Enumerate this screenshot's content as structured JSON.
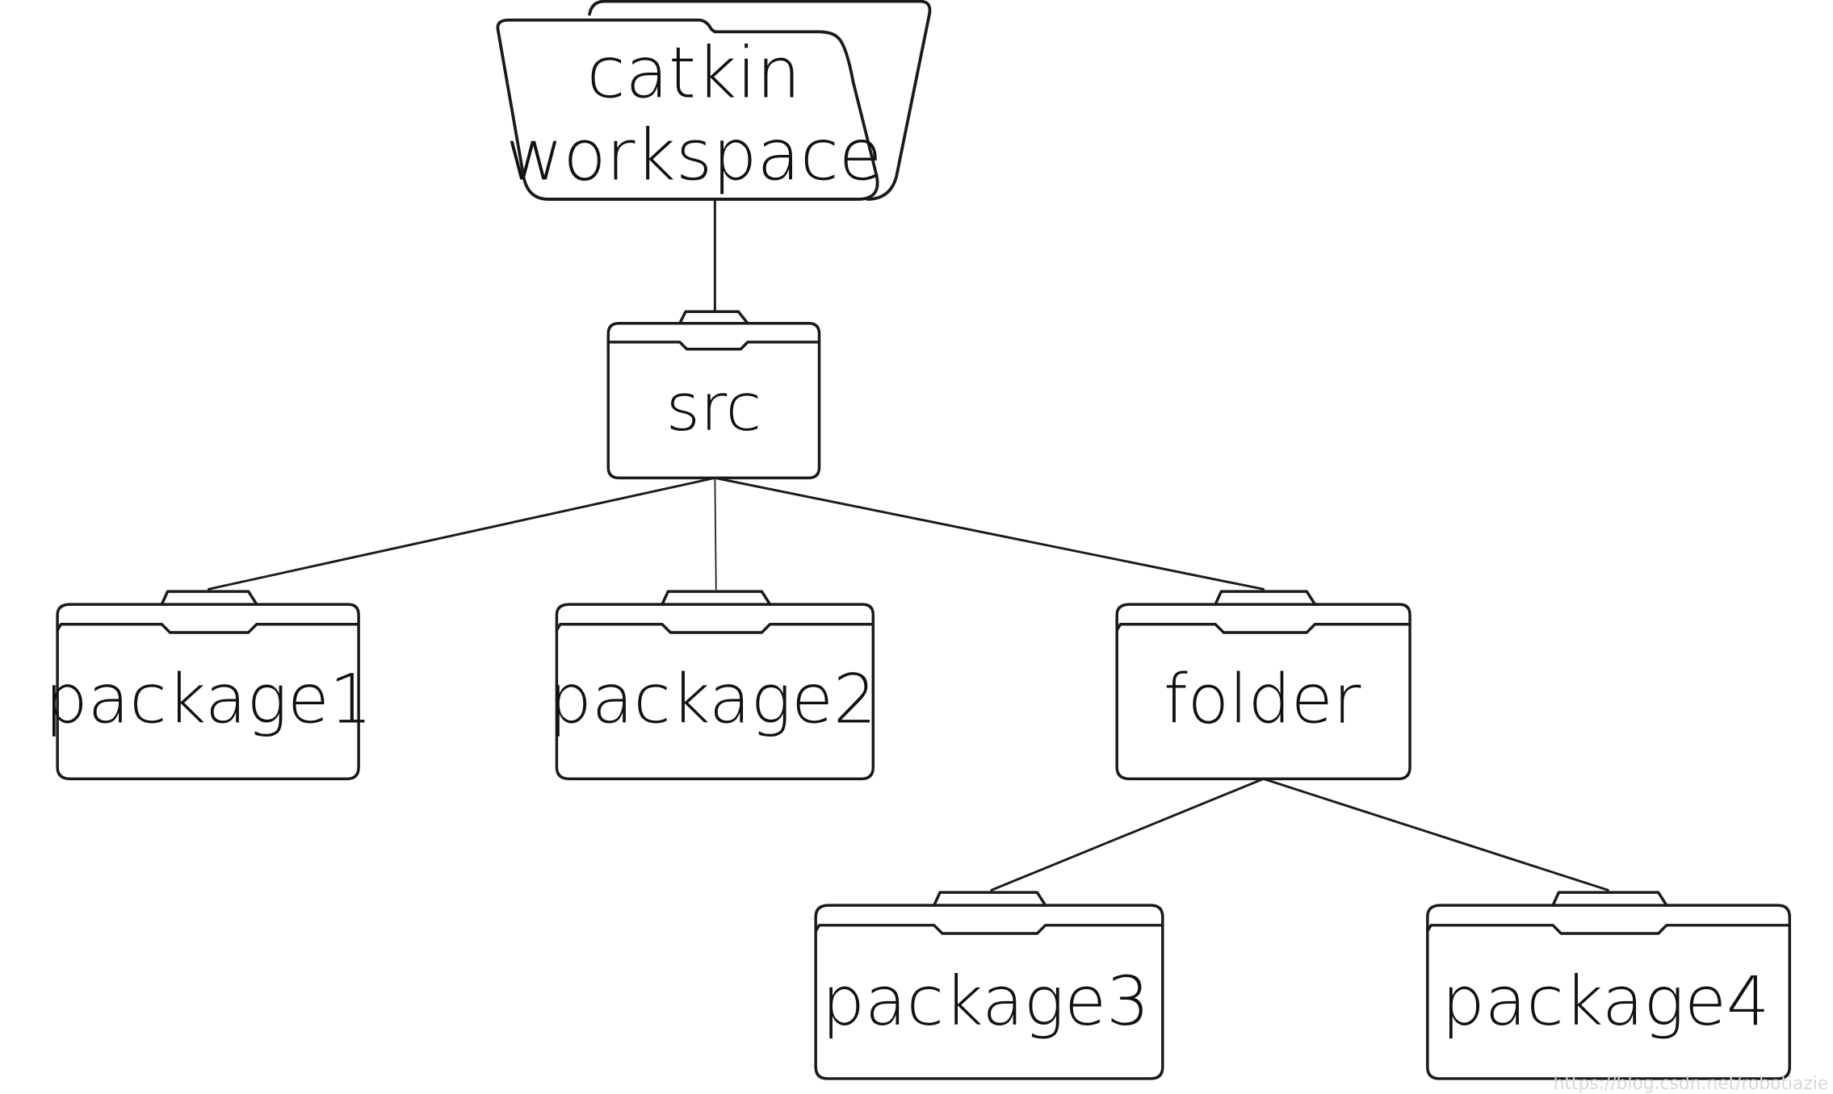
{
  "nodes": {
    "workspace": {
      "line1": "catkin",
      "line2": "workspace"
    },
    "src": {
      "label": "src"
    },
    "package1": {
      "label": "package1"
    },
    "package2": {
      "label": "package2"
    },
    "folder": {
      "label": "folder"
    },
    "package3": {
      "label": "package3"
    },
    "package4": {
      "label": "package4"
    }
  },
  "edges": [
    {
      "from": "catkin workspace",
      "to": "src"
    },
    {
      "from": "src",
      "to": "package1"
    },
    {
      "from": "src",
      "to": "package2"
    },
    {
      "from": "src",
      "to": "folder"
    },
    {
      "from": "folder",
      "to": "package3"
    },
    {
      "from": "folder",
      "to": "package4"
    }
  ],
  "watermark": "https://blog.csdn.net/robotiazie"
}
